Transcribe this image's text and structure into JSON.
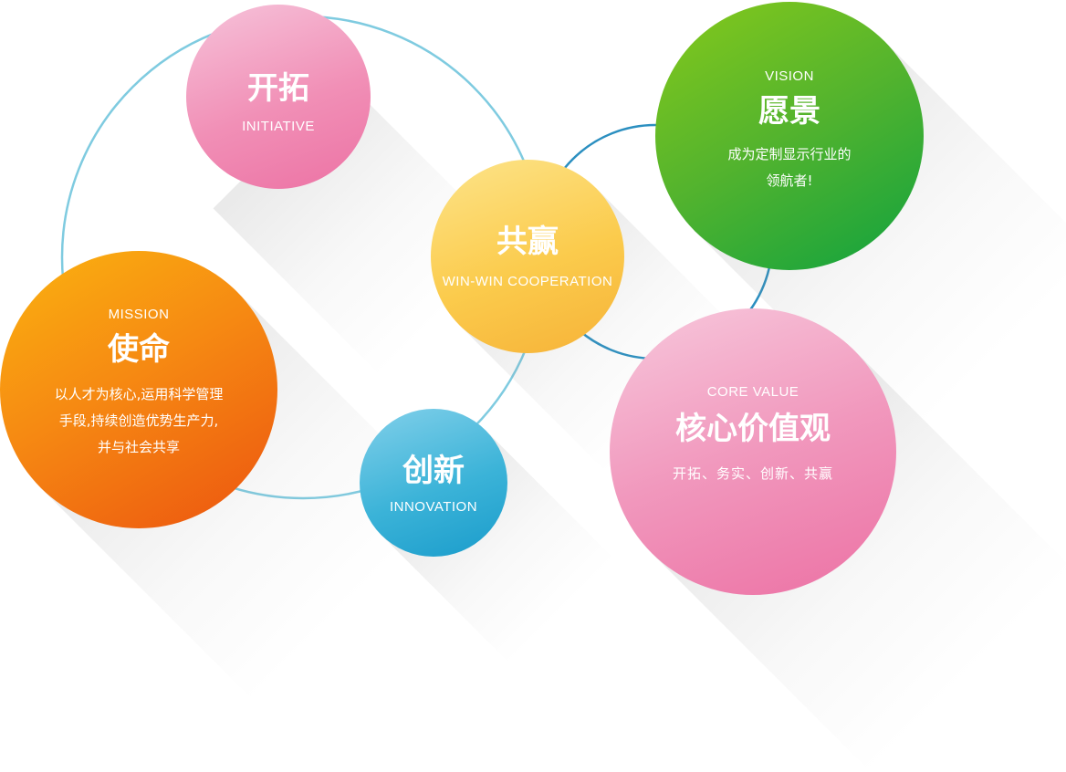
{
  "bubbles": {
    "initiative": {
      "title": "开拓",
      "subtitle": "INITIATIVE"
    },
    "winwin": {
      "title": "共赢",
      "subtitle": "WIN-WIN COOPERATION"
    },
    "vision": {
      "label": "VISION",
      "title": "愿景",
      "desc_line1": "成为定制显示行业的",
      "desc_line2": "领航者!"
    },
    "mission": {
      "label": "MISSION",
      "title": "使命",
      "desc_line1": "以人才为核心,运用科学管理",
      "desc_line2": "手段,持续创造优势生产力,",
      "desc_line3": "并与社会共享"
    },
    "innovation": {
      "title": "创新",
      "subtitle": "INNOVATION"
    },
    "core": {
      "label": "CORE VALUE",
      "title": "核心价值观",
      "desc": "开拓、务实、创新、共赢"
    }
  },
  "colors": {
    "ring_large": "#7fcbe0",
    "ring_small": "#2b8fc0",
    "pink": "#f18fb6",
    "yellow": "#fbcb4c",
    "green": "#52b32e",
    "orange": "#f68a12",
    "blue": "#3bb3d8"
  }
}
